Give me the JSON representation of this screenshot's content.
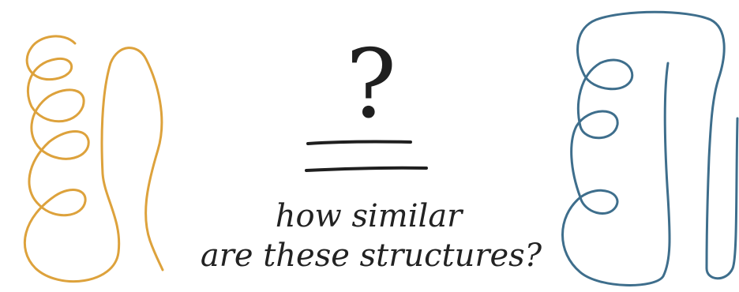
{
  "colors": {
    "left_structure": "#DDA23C",
    "right_structure": "#3E6E8C",
    "ink": "#222222",
    "background": "#FFFFFF"
  },
  "annotation": {
    "question_mark": "?",
    "line_1": "how similar",
    "line_2": "are these structures?"
  },
  "structures": [
    {
      "side": "left",
      "kind": "coiled-helix-and-loop"
    },
    {
      "side": "right",
      "kind": "coiled-helix-and-hairpins"
    }
  ]
}
